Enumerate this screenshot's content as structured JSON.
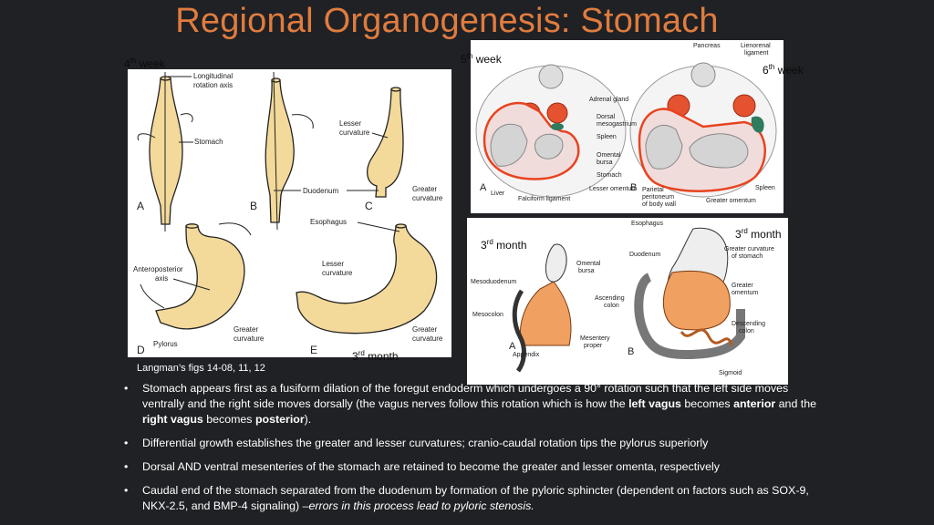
{
  "slide": {
    "title": "Regional Organogenesis: Stomach",
    "week_labels": {
      "fourth": {
        "num": "4",
        "sup": "th",
        "rest": " week"
      },
      "fifth": {
        "num": "5",
        "sup": "th",
        "rest": " week"
      },
      "sixth": {
        "num": "6",
        "sup": "th",
        "rest": " week"
      },
      "third_month_a": {
        "num": "3",
        "sup": "rd",
        "rest": " month"
      },
      "third_month_b": {
        "num": "3",
        "sup": "rd",
        "rest": " month"
      },
      "third_month_c": {
        "num": "3",
        "sup": "rd",
        "rest": " month"
      }
    },
    "caption": "Langman’s figs 14-08, 11, 12"
  },
  "fig_rotation": {
    "labels": {
      "longitudinal_axis": "Longitudinal",
      "rotation_axis": "rotation axis",
      "stomach": "Stomach",
      "lesser_curv_1": "Lesser",
      "lesser_curv_2": "curvature",
      "duodenum": "Duodenum",
      "greater_curv_1": "Greater",
      "greater_curv_2": "curvature",
      "esophagus": "Esophagus",
      "anteroposterior_1": "Anteroposterior",
      "anteroposterior_2": "axis",
      "pylorus": "Pylorus",
      "lesser_e_1": "Lesser",
      "lesser_e_2": "curvature",
      "greater_d_1": "Greater",
      "greater_d_2": "curvature",
      "greater_e_1": "Greater",
      "greater_e_2": "curvature"
    },
    "letters": [
      "A",
      "B",
      "C",
      "D",
      "E"
    ]
  },
  "fig_cross": {
    "labels": {
      "pancreas": "Pancreas",
      "lienorenal_1": "Lienorenal",
      "lienorenal_2": "ligament",
      "adrenal": "Adrenal gland",
      "dorsal_meso_1": "Dorsal",
      "dorsal_meso_2": "mesogastrium",
      "spleen": "Spleen",
      "omental_1": "Omental",
      "omental_2": "bursa",
      "stomach": "Stomach",
      "lesser_omentum": "Lesser omentum",
      "liver": "Liver",
      "falciform": "Falciform ligament",
      "parietal_1": "Parietal",
      "parietal_2": "peritoneum",
      "parietal_3": "of body wall",
      "greater_omentum": "Greater omentum",
      "spleen_b": "Spleen"
    },
    "letters": [
      "A",
      "B"
    ]
  },
  "fig_mesentery": {
    "labels": {
      "esophagus": "Esophagus",
      "greater_curv_1": "Greater curvature",
      "greater_curv_2": "of stomach",
      "duodenum": "Duodenum",
      "omental_1": "Omental",
      "omental_2": "bursa",
      "mesoduodenum": "Mesoduodenum",
      "greater_omentum_1": "Greater",
      "greater_omentum_2": "omentum",
      "ascending_1": "Ascending",
      "ascending_2": "colon",
      "mesocolon": "Mesocolon",
      "descending_1": "Descending",
      "descending_2": "colon",
      "mesentery_1": "Mesentery",
      "mesentery_2": "proper",
      "appendix": "Appendix",
      "sigmoid": "Sigmoid"
    },
    "letters": [
      "A",
      "B"
    ]
  },
  "bullets": [
    {
      "parts": [
        {
          "text": "Stomach appears first as a fusiform dilation of the foregut endoderm which undergoes a 90° rotation such that the left side moves ventrally and the right side moves dorsally (the vagus nerves follow this rotation which is how the ",
          "style": "normal"
        },
        {
          "text": "left vagus",
          "style": "bold"
        },
        {
          "text": " becomes ",
          "style": "normal"
        },
        {
          "text": "anterior",
          "style": "bold"
        },
        {
          "text": " and the ",
          "style": "normal"
        },
        {
          "text": "right vagus",
          "style": "bold"
        },
        {
          "text": " becomes ",
          "style": "normal"
        },
        {
          "text": "posterior",
          "style": "bold"
        },
        {
          "text": ").",
          "style": "normal"
        }
      ]
    },
    {
      "parts": [
        {
          "text": "Differential growth establishes the greater and lesser curvatures; cranio-caudal rotation tips the pylorus superiorly",
          "style": "normal"
        }
      ]
    },
    {
      "parts": [
        {
          "text": "Dorsal AND ventral mesenteries of the stomach are retained to become the greater and lesser omenta, respectively",
          "style": "normal"
        }
      ]
    },
    {
      "parts": [
        {
          "text": "Caudal end of the stomach separated from the duodenum by formation of the pyloric sphincter (dependent on factors such as SOX-9, NKX-2.5, and BMP-4 signaling) ",
          "style": "normal"
        },
        {
          "text": "–errors in this process lead to pyloric stenosis.",
          "style": "italic"
        }
      ]
    }
  ],
  "bullet_marker": "•",
  "colors": {
    "background": "#1f2125",
    "title": "#e07c3e",
    "stomach_fill": "#f3d99a",
    "peritoneum": "#e8431f",
    "mesentery_fill": "#f0a061"
  }
}
